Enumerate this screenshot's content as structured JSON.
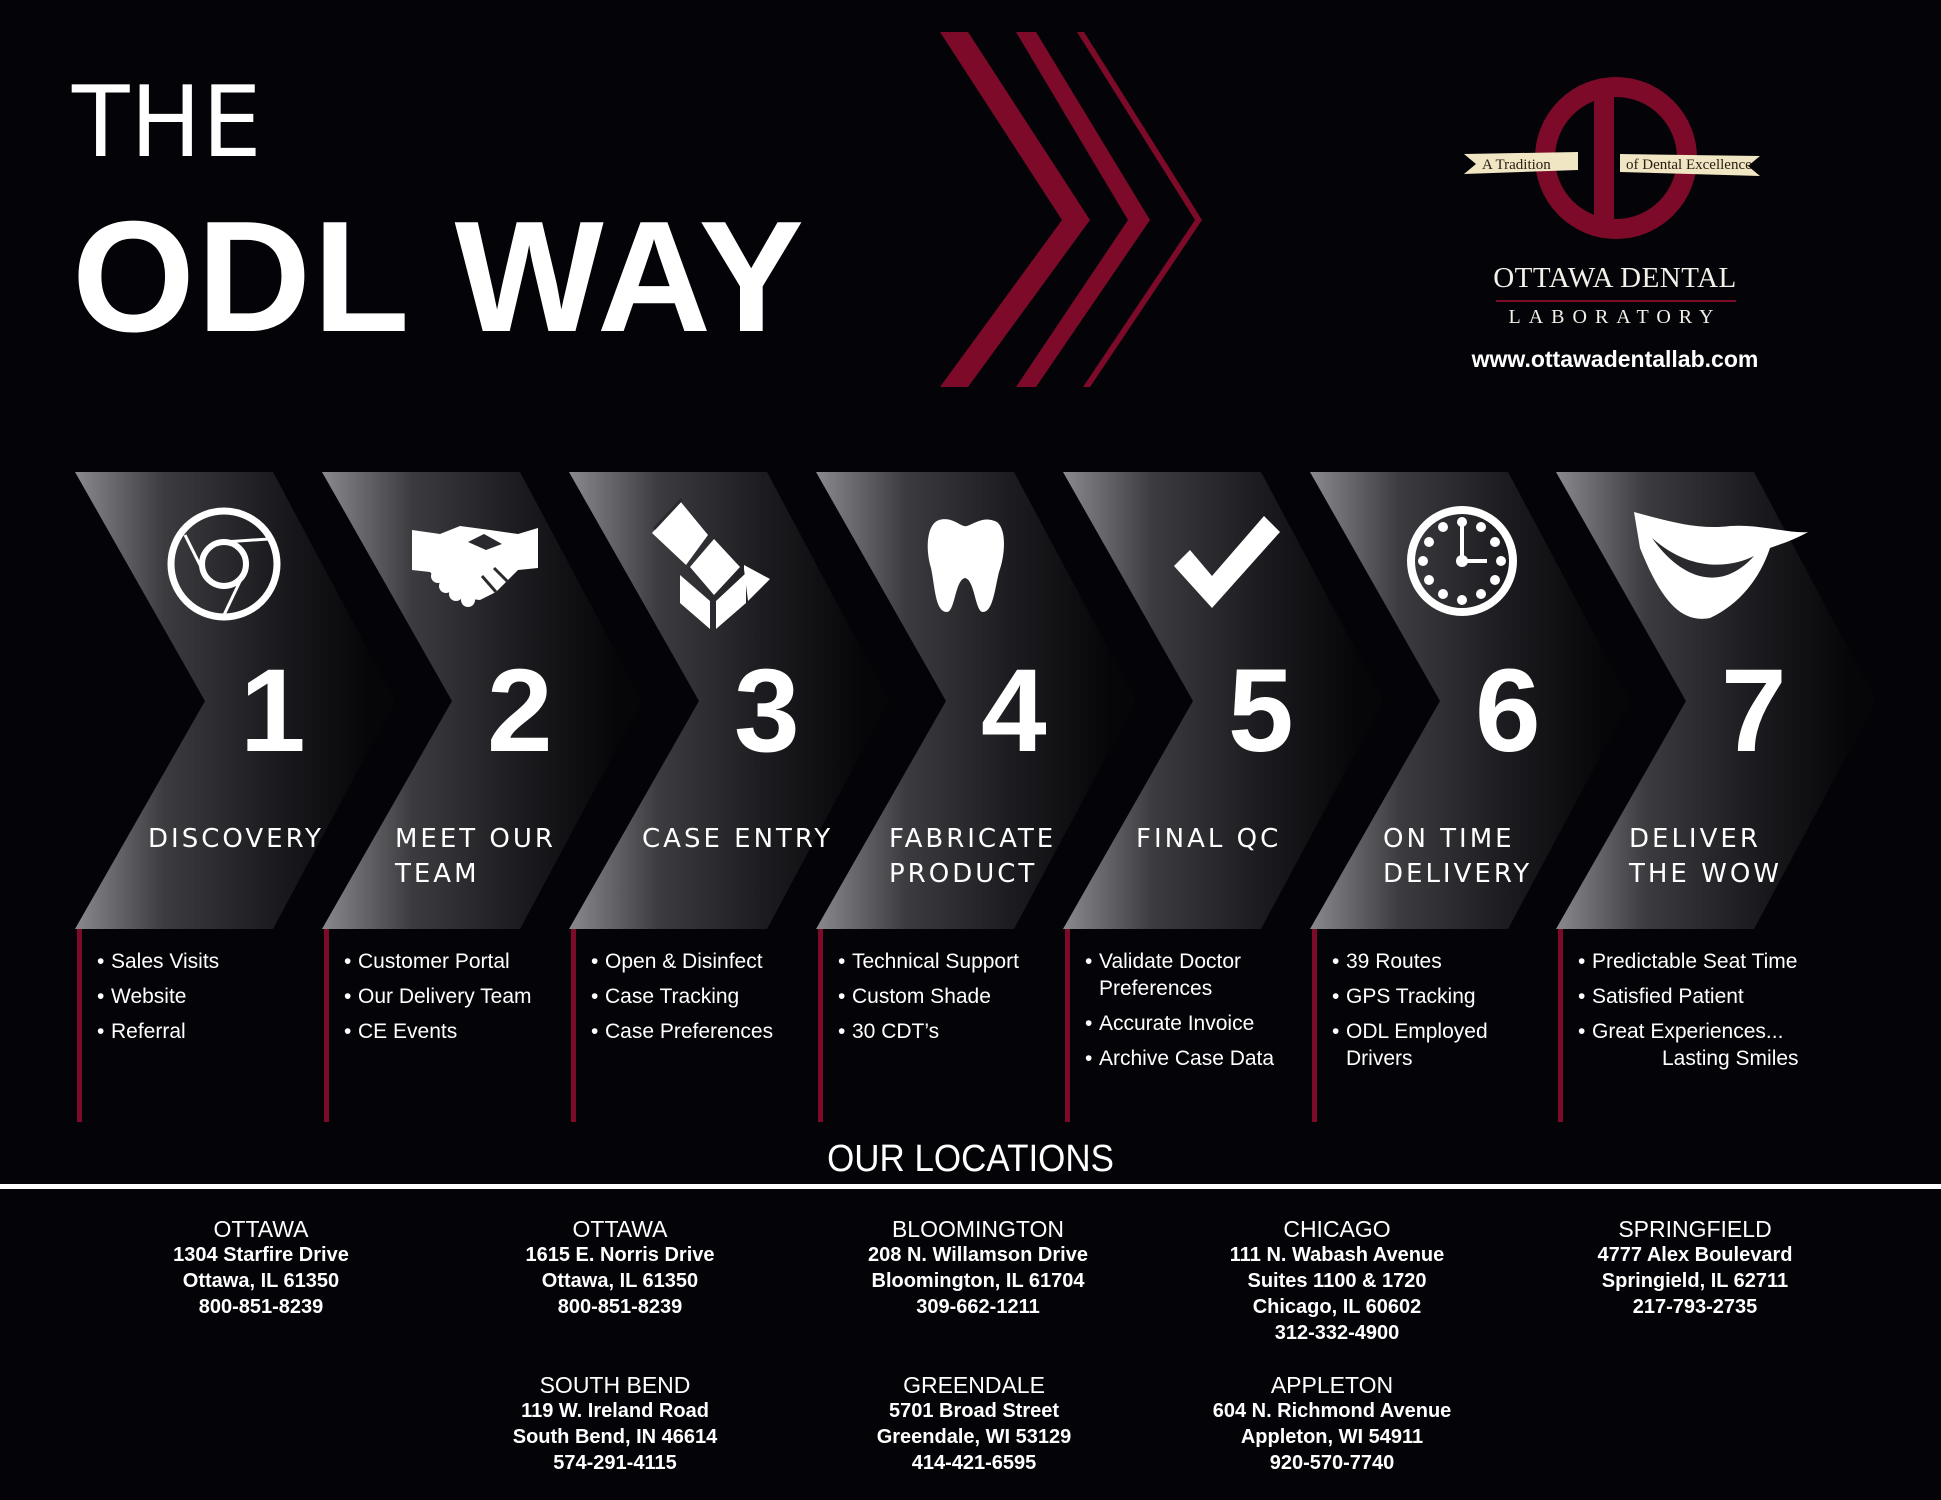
{
  "header": {
    "title_line1": "THE",
    "title_line2": "ODL WAY"
  },
  "brand": {
    "banner_left": "A Tradition",
    "banner_right": "of Dental Excellence",
    "name": "OTTAWA DENTAL",
    "subname": "LABORATORY",
    "url": "www.ottawadentallab.com",
    "accent_color": "#7c0a28",
    "banner_color": "#f1e6c4"
  },
  "steps": [
    {
      "number": "1",
      "label_line1": "DISCOVERY",
      "label_line2": "",
      "icon": "globe-icon",
      "bullets": [
        [
          "Sales Visits"
        ],
        [
          "Website"
        ],
        [
          "Referral"
        ]
      ]
    },
    {
      "number": "2",
      "label_line1": "MEET OUR",
      "label_line2": "TEAM",
      "icon": "handshake-icon",
      "bullets": [
        [
          "Customer Portal"
        ],
        [
          "Our Delivery Team"
        ],
        [
          "CE Events"
        ]
      ]
    },
    {
      "number": "3",
      "label_line1": "CASE ENTRY",
      "label_line2": "",
      "icon": "open-box-icon",
      "bullets": [
        [
          "Open & Disinfect"
        ],
        [
          "Case Tracking"
        ],
        [
          "Case Preferences"
        ]
      ]
    },
    {
      "number": "4",
      "label_line1": "FABRICATE",
      "label_line2": "PRODUCT",
      "icon": "tooth-icon",
      "bullets": [
        [
          "Technical Support"
        ],
        [
          "Custom Shade"
        ],
        [
          "30 CDT’s"
        ]
      ]
    },
    {
      "number": "5",
      "label_line1": "FINAL QC",
      "label_line2": "",
      "icon": "checkmark-icon",
      "bullets": [
        [
          "Validate Doctor",
          "Preferences"
        ],
        [
          "Accurate Invoice"
        ],
        [
          "Archive Case Data"
        ]
      ]
    },
    {
      "number": "6",
      "label_line1": "ON TIME",
      "label_line2": "DELIVERY",
      "icon": "clock-icon",
      "bullets": [
        [
          "39 Routes"
        ],
        [
          "GPS Tracking"
        ],
        [
          "ODL Employed",
          "Drivers"
        ]
      ]
    },
    {
      "number": "7",
      "label_line1": "DELIVER",
      "label_line2": "THE WOW",
      "icon": "smile-icon",
      "bullets": [
        [
          "Predictable Seat Time"
        ],
        [
          "Satisfied Patient"
        ],
        [
          "Great Experiences...",
          "Lasting Smiles"
        ]
      ]
    }
  ],
  "locations": {
    "title": "OUR LOCATIONS",
    "items": [
      {
        "city": "OTTAWA",
        "lines": [
          "1304 Starfire Drive",
          "Ottawa, IL 61350",
          "800-851-8239"
        ]
      },
      {
        "city": "OTTAWA",
        "lines": [
          "1615 E. Norris Drive",
          "Ottawa, IL 61350",
          "800-851-8239"
        ]
      },
      {
        "city": "BLOOMINGTON",
        "lines": [
          "208 N. Willamson Drive",
          "Bloomington, IL 61704",
          "309-662-1211"
        ]
      },
      {
        "city": "CHICAGO",
        "lines": [
          "111 N. Wabash Avenue",
          "Suites 1100 & 1720",
          "Chicago, IL 60602",
          "312-332-4900"
        ]
      },
      {
        "city": "SPRINGFIELD",
        "lines": [
          "4777 Alex Boulevard",
          "Springield, IL 62711",
          "217-793-2735"
        ]
      },
      {
        "city": "SOUTH BEND",
        "lines": [
          "119 W. Ireland Road",
          "South Bend, IN 46614",
          "574-291-4115"
        ]
      },
      {
        "city": "GREENDALE",
        "lines": [
          "5701 Broad Street",
          "Greendale, WI 53129",
          "414-421-6595"
        ]
      },
      {
        "city": "APPLETON",
        "lines": [
          "604 N. Richmond Avenue",
          "Appleton, WI 54911",
          "920-570-7740"
        ]
      }
    ]
  }
}
